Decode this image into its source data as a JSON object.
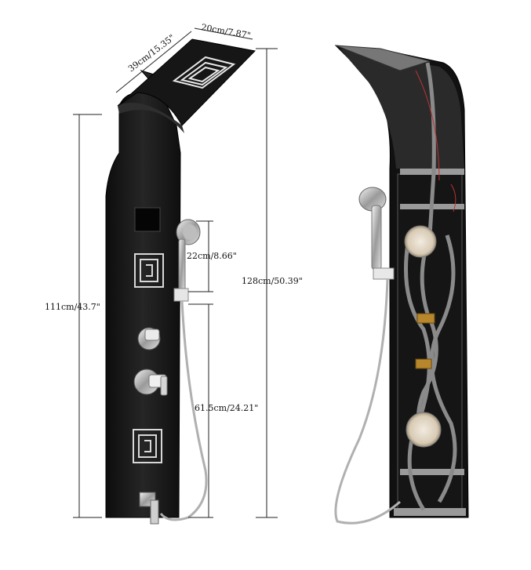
{
  "dimensions": {
    "width": "20cm/7.87\"",
    "depth": "39cm/15.35\"",
    "head_height": "22cm/8.66\"",
    "total_height": "128cm/50.39\"",
    "panel_height": "111cm/43.7\"",
    "lower_height": "61.5cm/24.21\""
  },
  "colors": {
    "panel": "#1a1a1a",
    "chrome": "#c8c8c8",
    "hose": "#b0b0b0",
    "pipe": "#8a8a8a",
    "brass": "#b8862b"
  }
}
